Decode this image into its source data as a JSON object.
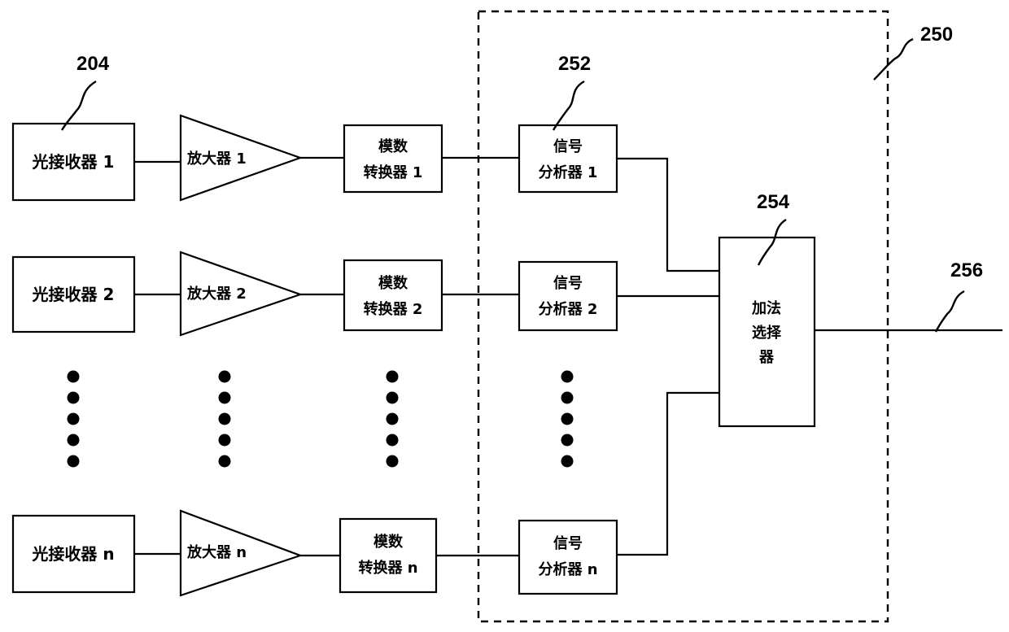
{
  "refs": {
    "receiver_group": "204",
    "dsp_block": "250",
    "analyzer_group": "252",
    "selector": "254",
    "output": "256"
  },
  "rows": [
    {
      "receiver": "光接收器 1",
      "amplifier": "放大器 1",
      "adc_line1": "模数",
      "adc_line2": "转换器 1",
      "analyzer_line1": "信号",
      "analyzer_line2": "分析器 1"
    },
    {
      "receiver": "光接收器 2",
      "amplifier": "放大器 2",
      "adc_line1": "模数",
      "adc_line2": "转换器 2",
      "analyzer_line1": "信号",
      "analyzer_line2": "分析器 2"
    },
    {
      "receiver": "光接收器 n",
      "amplifier": "放大器 n",
      "adc_line1": "模数",
      "adc_line2": "转换器 n",
      "analyzer_line1": "信号",
      "analyzer_line2": "分析器 n"
    }
  ],
  "selector": {
    "line1": "加法",
    "line2": "选择",
    "line3": "器"
  }
}
